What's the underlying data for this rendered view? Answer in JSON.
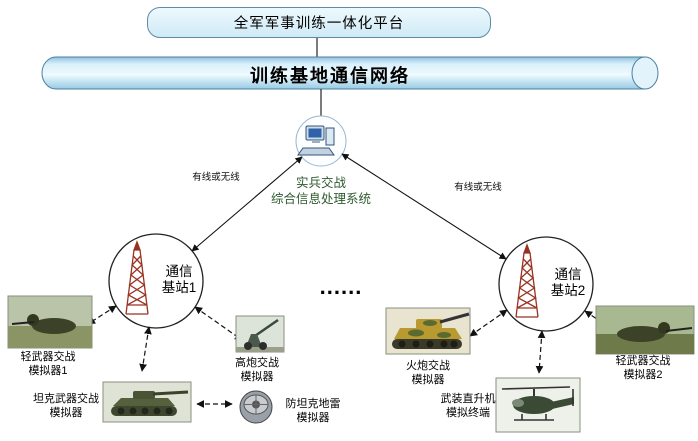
{
  "platform": {
    "label": "全军军事训练一体化平台"
  },
  "network": {
    "label": "训练基地通信网络"
  },
  "processing_system": {
    "line1": "实兵交战",
    "line2": "综合信息处理系统"
  },
  "links": {
    "left_label": "有线或无线",
    "right_label": "有线或无线"
  },
  "stations": {
    "left": {
      "line1": "通信",
      "line2": "基站1"
    },
    "right": {
      "line1": "通信",
      "line2": "基站2"
    }
  },
  "ellipsis": "......",
  "simulators": {
    "light_weapon_1": {
      "line1": "轻武器交战",
      "line2": "模拟器1"
    },
    "aa_gun": {
      "line1": "高炮交战",
      "line2": "模拟器"
    },
    "tank_weapon": {
      "line1": "坦克武器交战",
      "line2": "模拟器"
    },
    "at_mine": {
      "line1": "防坦克地雷",
      "line2": "模拟器"
    },
    "artillery": {
      "line1": "火炮交战",
      "line2": "模拟器"
    },
    "light_weapon_2": {
      "line1": "轻武器交战",
      "line2": "模拟器2"
    },
    "helicopter": {
      "line1": "武装直升机",
      "line2": "模拟终端"
    }
  },
  "colors": {
    "cylinder_fill": "#cfe9f6",
    "platform_fill": "#e6f6fd",
    "tower": "#993322",
    "processing_text": "#2e5a2e",
    "diagram_line": "#111111"
  },
  "icons": {
    "processing_system": "computer-workstation-icon",
    "station": "lattice-tower-icon"
  }
}
